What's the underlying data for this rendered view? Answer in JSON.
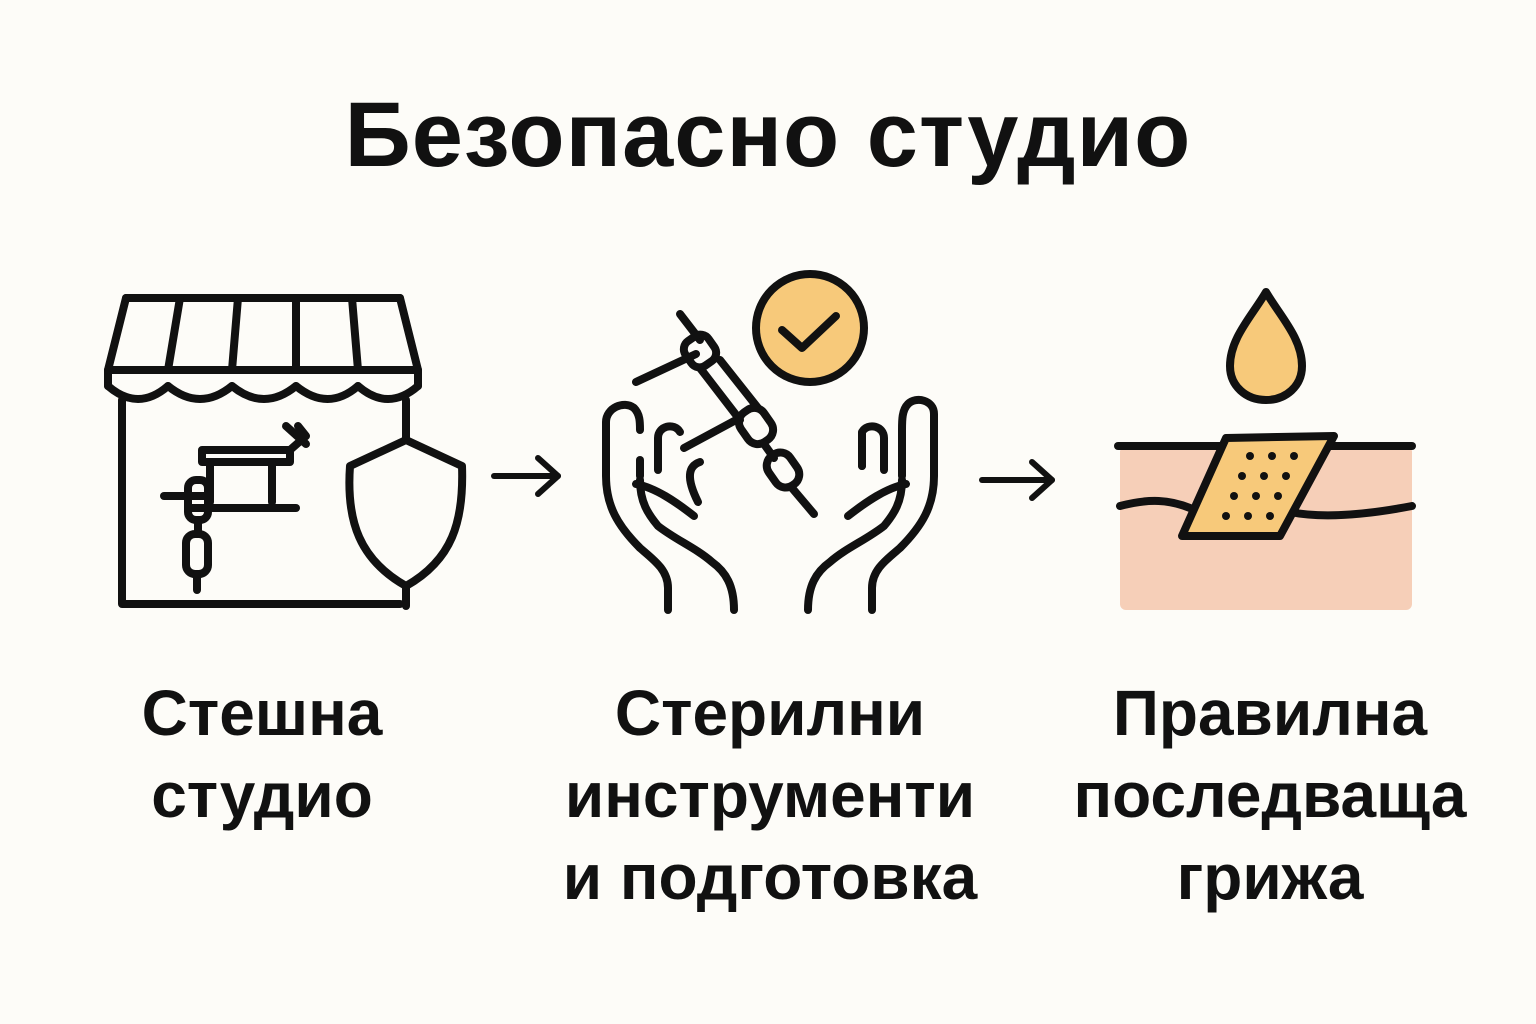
{
  "title": "Безопасно студио",
  "colors": {
    "background": "#fdfcf8",
    "stroke": "#111111",
    "accent": "#f7c97a",
    "skin": "#f6cfb8"
  },
  "steps": [
    {
      "icon": "storefront-shield-tattoo-machine-icon",
      "label_lines": [
        "Стешна",
        "студио"
      ]
    },
    {
      "icon": "hands-sterile-needle-check-icon",
      "label_lines": [
        "Стерилни",
        "инструменти",
        "и подготовка"
      ]
    },
    {
      "icon": "skin-bandage-drop-icon",
      "label_lines": [
        "Правилна",
        "последваща",
        "грижа"
      ]
    }
  ],
  "connectors": [
    "arrow-right-icon",
    "arrow-right-icon"
  ]
}
